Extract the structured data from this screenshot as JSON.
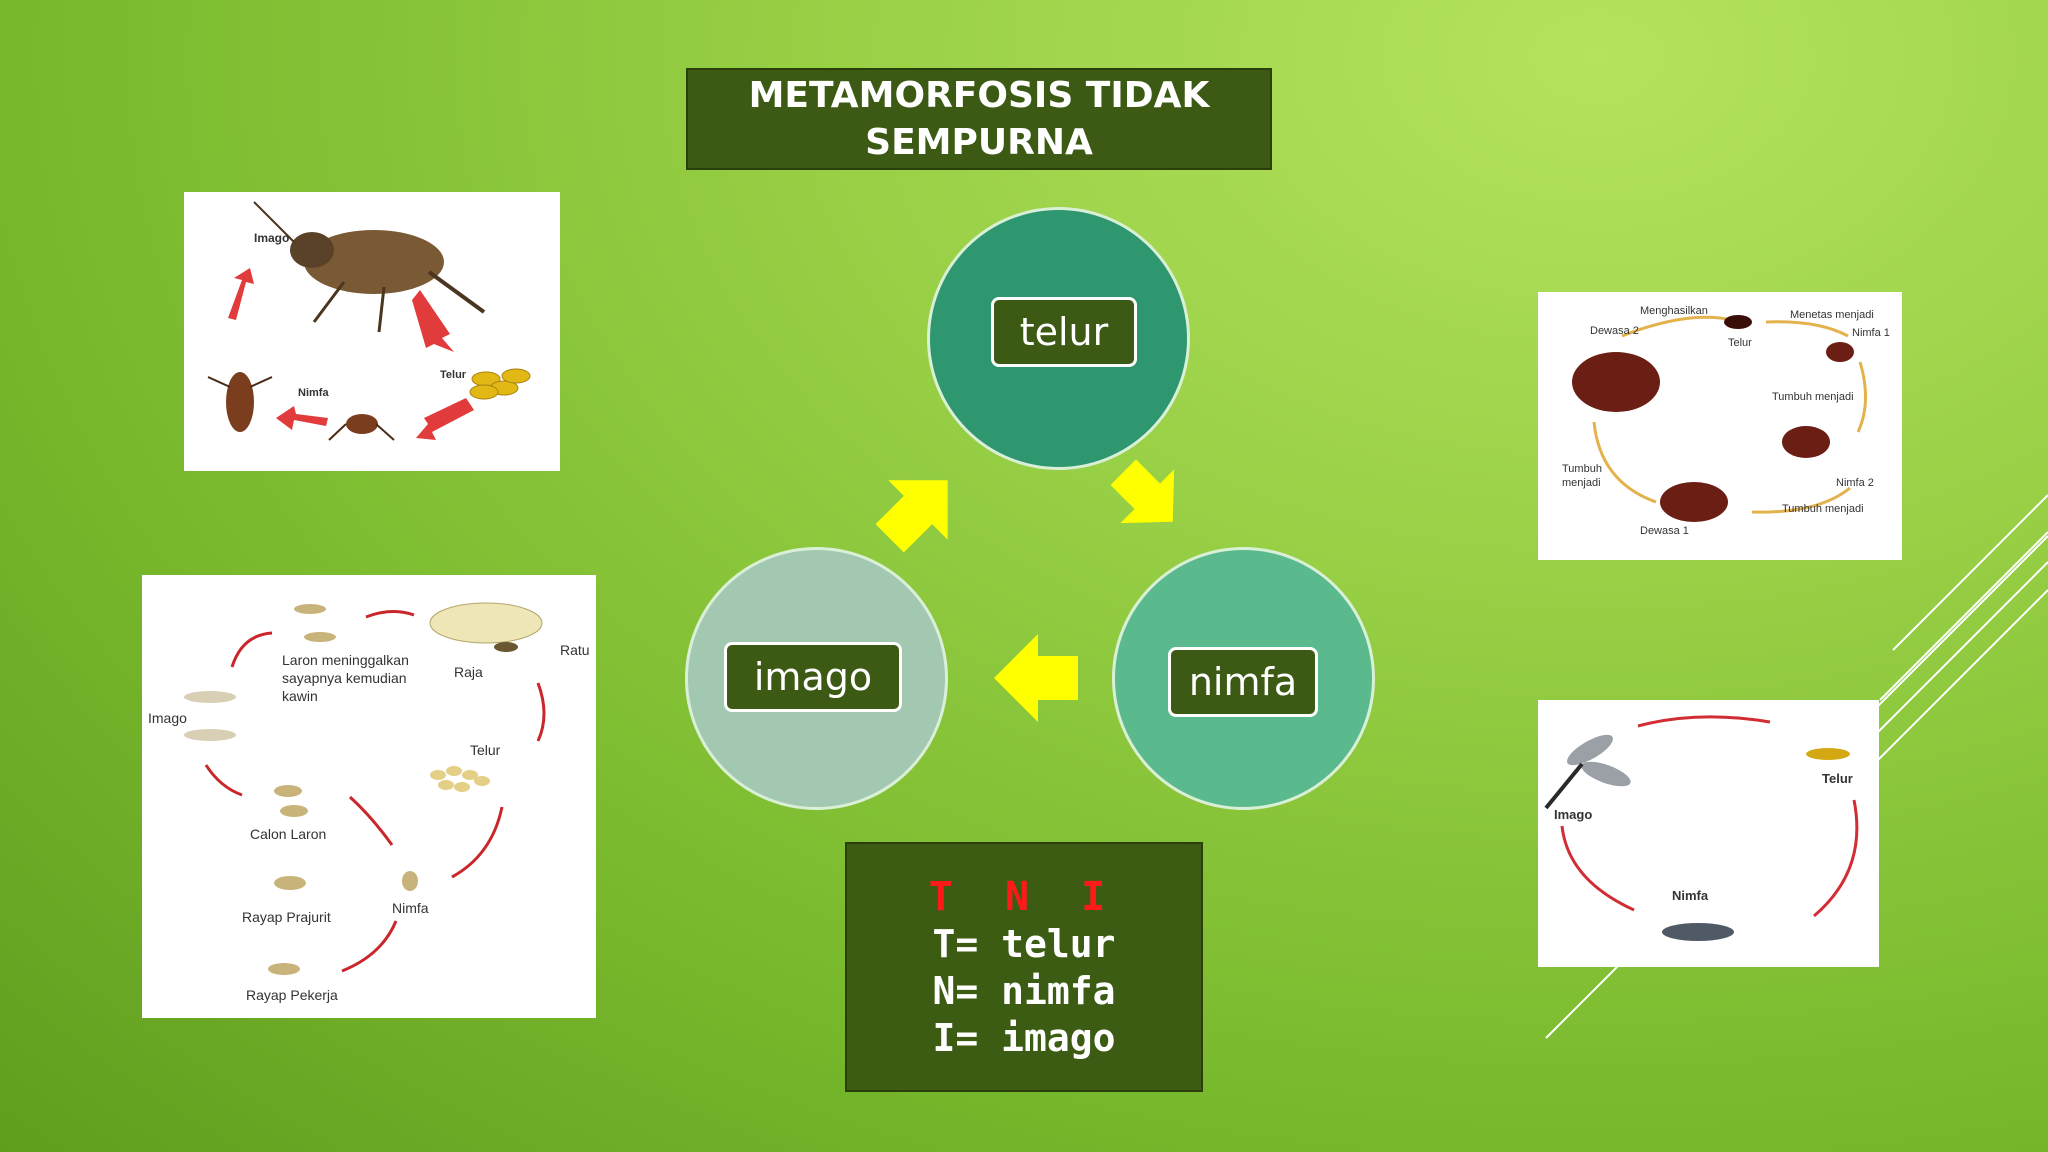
{
  "title": "METAMORFOSIS TIDAK SEMPURNA",
  "cycle": {
    "telur": "telur",
    "nimfa": "nimfa",
    "imago": "imago"
  },
  "info": {
    "acronym": "T N I",
    "lines": [
      "T= telur",
      "N= nimfa",
      "I= imago"
    ]
  },
  "images": {
    "cricket": {
      "imago": "Imago",
      "telur": "Telur",
      "nimfa": "Nimfa"
    },
    "termite": {
      "laron": [
        "Laron meninggalkan",
        "sayapnya kemudian",
        "kawin"
      ],
      "raja": "Raja",
      "ratu": "Ratu",
      "imago": "Imago",
      "telur": "Telur",
      "calon_laron": "Calon Laron",
      "rayap_prajurit": "Rayap Prajurit",
      "nimfa": "Nimfa",
      "rayap_pekerja": "Rayap Pekerja"
    },
    "cockroach": {
      "menghasilkan": "Menghasilkan",
      "telur": "Telur",
      "menetas_menjadi": "Menetas menjadi",
      "nimfa1": "Nimfa 1",
      "dewasa2": "Dewasa 2",
      "tumbuh_menjadi_a": "Tumbuh menjadi",
      "tumbuh": "Tumbuh",
      "menjadi": "menjadi",
      "nimfa2": "Nimfa 2",
      "tumbuh_menjadi_b": "Tumbuh menjadi",
      "dewasa1": "Dewasa 1"
    },
    "dragonfly": {
      "telur": "Telur",
      "imago": "Imago",
      "nimfa": "Nimfa"
    }
  },
  "colors": {
    "title_bg": "#3c5a14",
    "telur_circle": "#2e9770",
    "nimfa_circle": "#5bb98e",
    "imago_circle": "#a2c8b1",
    "arrow": "#ffff00",
    "acronym": "#ff1a1a"
  }
}
